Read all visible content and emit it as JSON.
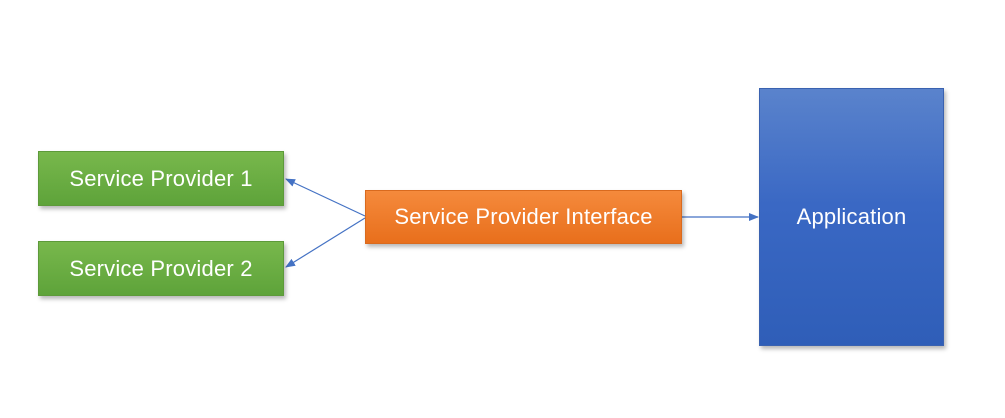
{
  "diagram": {
    "nodes": {
      "service_provider_1": "Service Provider 1",
      "service_provider_2": "Service Provider 2",
      "service_provider_interface": "Service Provider Interface",
      "application": "Application"
    },
    "edges": [
      {
        "from": "Service Provider Interface",
        "to": "Service Provider 1"
      },
      {
        "from": "Service Provider Interface",
        "to": "Service Provider 2"
      },
      {
        "from": "Service Provider Interface",
        "to": "Application"
      }
    ],
    "colors": {
      "provider": "#6aac44",
      "interface": "#ef7d2a",
      "application": "#3a68c4",
      "arrow": "#4472c4"
    }
  }
}
